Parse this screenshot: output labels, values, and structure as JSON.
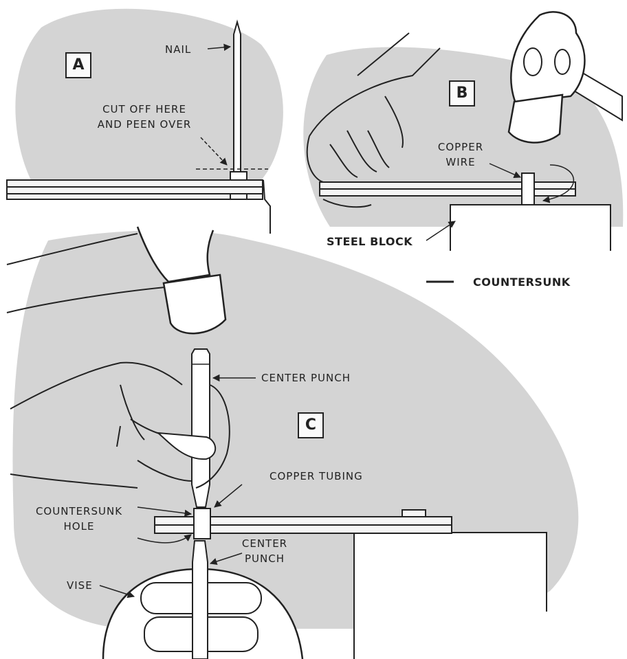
{
  "panels": {
    "a": {
      "badge": "A",
      "nail_label": "NAIL",
      "cut_label_line1": "CUT OFF HERE",
      "cut_label_line2": "AND PEEN OVER"
    },
    "b": {
      "badge": "B",
      "copper_wire_line1": "COPPER",
      "copper_wire_line2": "WIRE",
      "steel_block": "STEEL BLOCK",
      "countersunk": "COUNTERSUNK"
    },
    "c": {
      "badge": "C",
      "center_punch_top": "CENTER PUNCH",
      "copper_tubing": "COPPER TUBING",
      "countersunk_hole_line1": "COUNTERSUNK",
      "countersunk_hole_line2": "HOLE",
      "center_punch_bottom_line1": "CENTER",
      "center_punch_bottom_line2": "PUNCH",
      "vise": "VISE"
    }
  },
  "colors": {
    "shading": "#d4d4d4",
    "ink": "#222222",
    "paper": "#ffffff"
  }
}
